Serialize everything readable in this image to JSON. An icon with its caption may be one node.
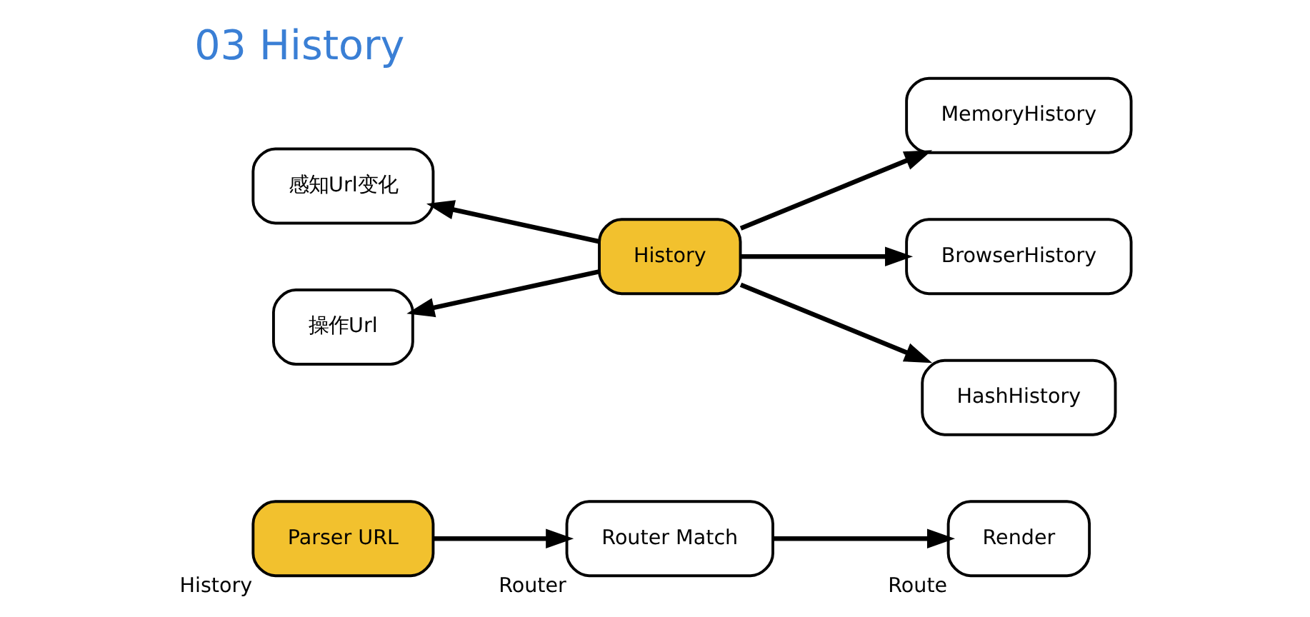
{
  "diagram": {
    "title": "03 History",
    "nodes": [
      {
        "text": [
          "Parser URL"
        ],
        "beside": [
          "History"
        ]
      },
      {
        "text": [
          "Router Match"
        ],
        "beside": [
          "Router"
        ]
      },
      {
        "text": [
          "Render"
        ],
        "beside": [
          "Route"
        ]
      },
      {
        "text": [
          "感知Url变化"
        ]
      },
      {
        "text": [
          "History"
        ]
      },
      {
        "text": [
          "MemoryHistory"
        ]
      },
      {
        "text": [
          "BrowserHistory"
        ]
      },
      {
        "text": [
          "操作Url"
        ]
      },
      {
        "text": [
          "HashHistory"
        ]
      }
    ],
    "edges": [
      {
        "from": 0,
        "to": 1,
        "arrow": "to"
      },
      {
        "from": 1,
        "to": 2,
        "arrow": "to"
      },
      {
        "from": 4,
        "to": 3,
        "arrow": "to"
      },
      {
        "from": 4,
        "to": 7,
        "arrow": "to"
      },
      {
        "from": 4,
        "to": 5,
        "arrow": "to"
      },
      {
        "from": 4,
        "to": 6,
        "arrow": "to"
      },
      {
        "from": 4,
        "to": 8,
        "arrow": "to"
      }
    ]
  }
}
